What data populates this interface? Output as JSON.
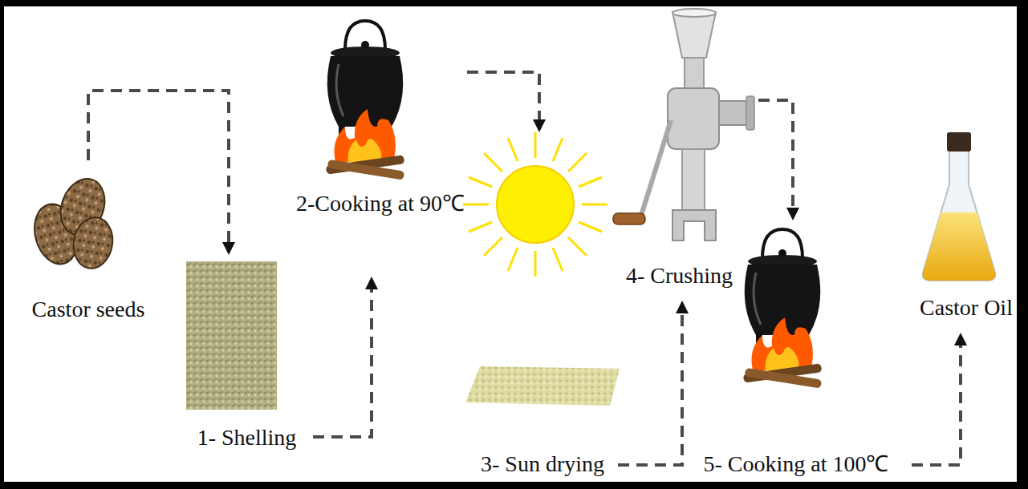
{
  "diagram": {
    "nodes": [
      {
        "text": [
          "Castor seeds"
        ]
      },
      {
        "text": [
          "1- Shelling"
        ]
      },
      {
        "text": [
          "2-Cooking at 90℃"
        ]
      },
      {
        "text": [
          "3- Sun drying"
        ]
      },
      {
        "text": [
          "4- Crushing"
        ]
      },
      {
        "text": [
          "5- Cooking at 100℃"
        ]
      },
      {
        "text": [
          "Castor Oil"
        ]
      }
    ],
    "edges": [
      {
        "from": 0,
        "to": 1,
        "arrow": "to"
      },
      {
        "from": 1,
        "to": 2,
        "arrow": "to"
      },
      {
        "from": 2,
        "to": 3,
        "arrow": "to"
      },
      {
        "from": 3,
        "to": 4,
        "arrow": "to"
      },
      {
        "from": 4,
        "to": 5,
        "arrow": "to"
      },
      {
        "from": 5,
        "to": 6,
        "arrow": "to"
      }
    ]
  }
}
